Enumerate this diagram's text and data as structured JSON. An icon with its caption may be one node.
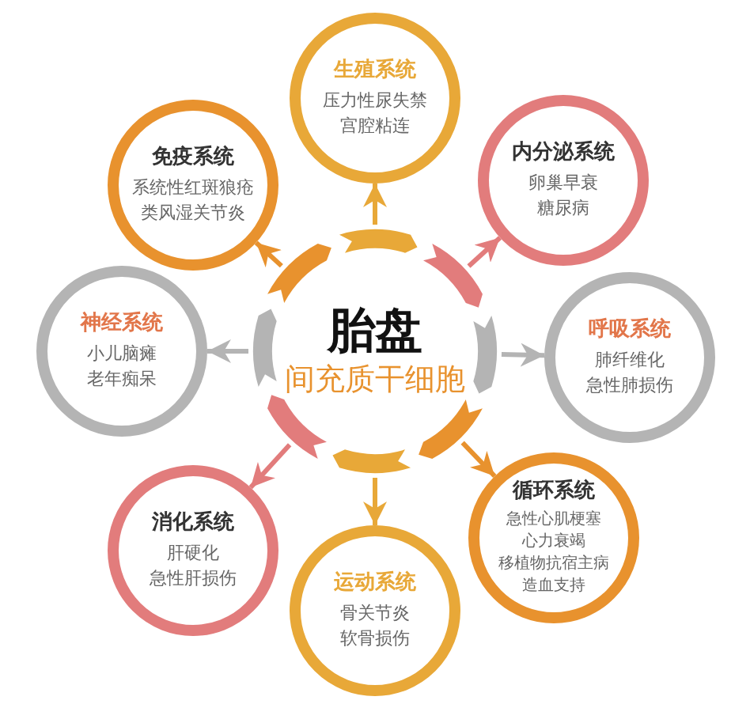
{
  "diagram": {
    "nodes": [
      {
        "text": [
          "胎盘",
          "间充质干细胞"
        ]
      },
      {
        "text": [
          "生殖系统",
          "压力性尿失禁",
          "宫腔粘连"
        ]
      },
      {
        "text": [
          "内分泌系统",
          "卵巢早衰",
          "糖尿病"
        ]
      },
      {
        "text": [
          "呼吸系统",
          "肺纤维化",
          "急性肺损伤"
        ]
      },
      {
        "text": [
          "循环系统",
          "急性心肌梗塞",
          "心力衰竭",
          "移植物抗宿主病",
          "造血支持"
        ]
      },
      {
        "text": [
          "运动系统",
          "骨关节炎",
          "软骨损伤"
        ]
      },
      {
        "text": [
          "消化系统",
          "肝硬化",
          "急性肝损伤"
        ]
      },
      {
        "text": [
          "神经系统",
          "小儿脑瘫",
          "老年痴呆"
        ]
      },
      {
        "text": [
          "免疫系统",
          "系统性红斑狼疮",
          "类风湿关节炎"
        ]
      }
    ],
    "edges": [
      {
        "from": 0,
        "to": 1,
        "arrow": "to",
        "color": "#e8a838"
      },
      {
        "from": 0,
        "to": 2,
        "arrow": "to",
        "color": "#e27c7c"
      },
      {
        "from": 0,
        "to": 3,
        "arrow": "to",
        "color": "#b4b4b4"
      },
      {
        "from": 0,
        "to": 4,
        "arrow": "to",
        "color": "#e8922e"
      },
      {
        "from": 0,
        "to": 5,
        "arrow": "to",
        "color": "#e8a838"
      },
      {
        "from": 0,
        "to": 6,
        "arrow": "to",
        "color": "#e27c7c"
      },
      {
        "from": 0,
        "to": 7,
        "arrow": "to",
        "color": "#b4b4b4"
      },
      {
        "from": 0,
        "to": 8,
        "arrow": "to",
        "color": "#e8922e"
      }
    ]
  }
}
